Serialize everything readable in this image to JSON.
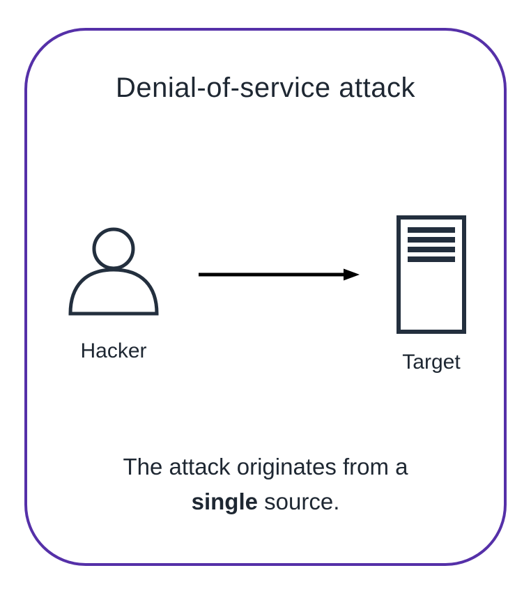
{
  "diagram": {
    "title": "Denial-of-service attack",
    "hacker": {
      "label": "Hacker",
      "icon": "hacker-person-icon"
    },
    "target": {
      "label": "Target",
      "icon": "server-icon"
    },
    "arrow": {
      "icon": "arrow-right-icon",
      "direction": "left-to-right"
    },
    "caption": {
      "line1": "The attack originates from a",
      "bold": "single",
      "rest": "source."
    },
    "colors": {
      "border": "#5530a8",
      "icon_stroke": "#232f3e",
      "arrow": "#000000",
      "text": "#1e2732"
    }
  }
}
